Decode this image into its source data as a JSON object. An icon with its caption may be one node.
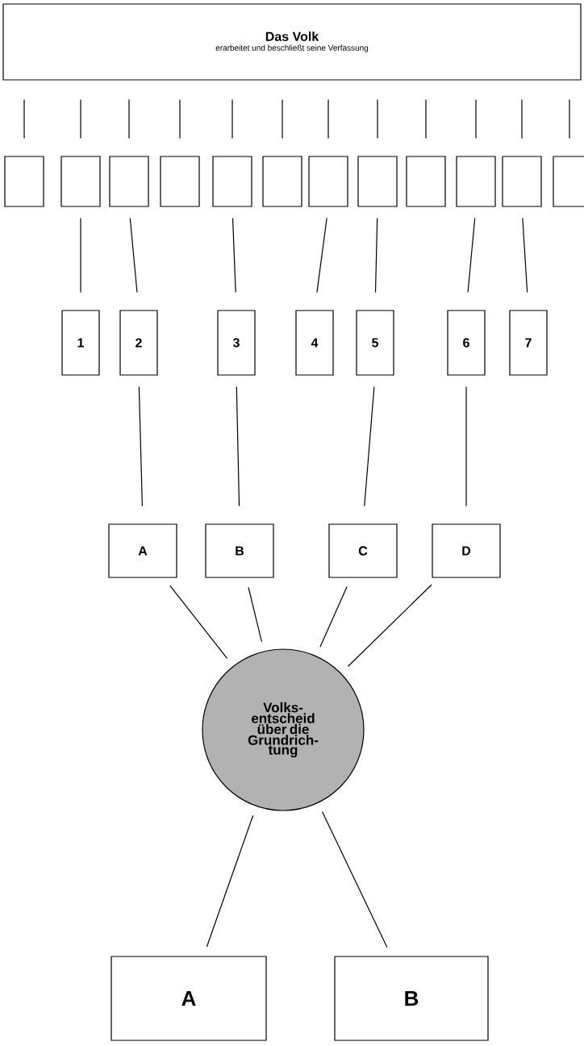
{
  "diagram": {
    "nodes": [
      {
        "text": [
          "Das Volk",
          "erarbeitet und beschließt seine Verfassung"
        ]
      },
      {
        "text": [],
        "shape": "box"
      },
      {
        "text": [],
        "shape": "box"
      },
      {
        "text": [],
        "shape": "box"
      },
      {
        "text": [],
        "shape": "box"
      },
      {
        "text": [],
        "shape": "box"
      },
      {
        "text": [],
        "shape": "box"
      },
      {
        "text": [],
        "shape": "box"
      },
      {
        "text": [],
        "shape": "box"
      },
      {
        "text": [],
        "shape": "box"
      },
      {
        "text": [],
        "shape": "box"
      },
      {
        "text": [],
        "shape": "box"
      },
      {
        "text": [],
        "shape": "box"
      },
      {
        "text": [
          "1"
        ]
      },
      {
        "text": [
          "2"
        ]
      },
      {
        "text": [
          "3"
        ]
      },
      {
        "text": [
          "4"
        ]
      },
      {
        "text": [
          "5"
        ]
      },
      {
        "text": [
          "6"
        ]
      },
      {
        "text": [
          "7"
        ]
      },
      {
        "text": [
          "A"
        ]
      },
      {
        "text": [
          "B"
        ]
      },
      {
        "text": [
          "C"
        ]
      },
      {
        "text": [
          "D"
        ]
      },
      {
        "text": [
          "Volks- entscheid über die Grundrich- tung"
        ]
      },
      {
        "text": [
          "A"
        ]
      },
      {
        "text": [
          "B"
        ]
      }
    ],
    "edges": [
      {
        "from": 0,
        "to": 1,
        "arrow": "none"
      },
      {
        "from": 0,
        "to": 2,
        "arrow": "none"
      },
      {
        "from": 0,
        "to": 3,
        "arrow": "none"
      },
      {
        "from": 0,
        "to": 4,
        "arrow": "none"
      },
      {
        "from": 0,
        "to": 5,
        "arrow": "none"
      },
      {
        "from": 0,
        "to": 6,
        "arrow": "none"
      },
      {
        "from": 0,
        "to": 7,
        "arrow": "none"
      },
      {
        "from": 0,
        "to": 8,
        "arrow": "none"
      },
      {
        "from": 0,
        "to": 9,
        "arrow": "none"
      },
      {
        "from": 0,
        "to": 10,
        "arrow": "none"
      },
      {
        "from": 0,
        "to": 11,
        "arrow": "none"
      },
      {
        "from": 0,
        "to": 12,
        "arrow": "none"
      },
      {
        "from": 2,
        "to": 13,
        "arrow": "none"
      },
      {
        "from": 3,
        "to": 14,
        "arrow": "none"
      },
      {
        "from": 5,
        "to": 15,
        "arrow": "none"
      },
      {
        "from": 7,
        "to": 16,
        "arrow": "none"
      },
      {
        "from": 8,
        "to": 17,
        "arrow": "none"
      },
      {
        "from": 10,
        "to": 18,
        "arrow": "none"
      },
      {
        "from": 11,
        "to": 19,
        "arrow": "none"
      },
      {
        "from": 14,
        "to": 20,
        "arrow": "none"
      },
      {
        "from": 15,
        "to": 21,
        "arrow": "none"
      },
      {
        "from": 17,
        "to": 22,
        "arrow": "none"
      },
      {
        "from": 18,
        "to": 23,
        "arrow": "none"
      },
      {
        "from": 20,
        "to": 24,
        "arrow": "none"
      },
      {
        "from": 21,
        "to": 24,
        "arrow": "none"
      },
      {
        "from": 22,
        "to": 24,
        "arrow": "none"
      },
      {
        "from": 23,
        "to": 24,
        "arrow": "none"
      },
      {
        "from": 24,
        "to": 25,
        "arrow": "none"
      },
      {
        "from": 24,
        "to": 26,
        "arrow": "none"
      }
    ]
  }
}
